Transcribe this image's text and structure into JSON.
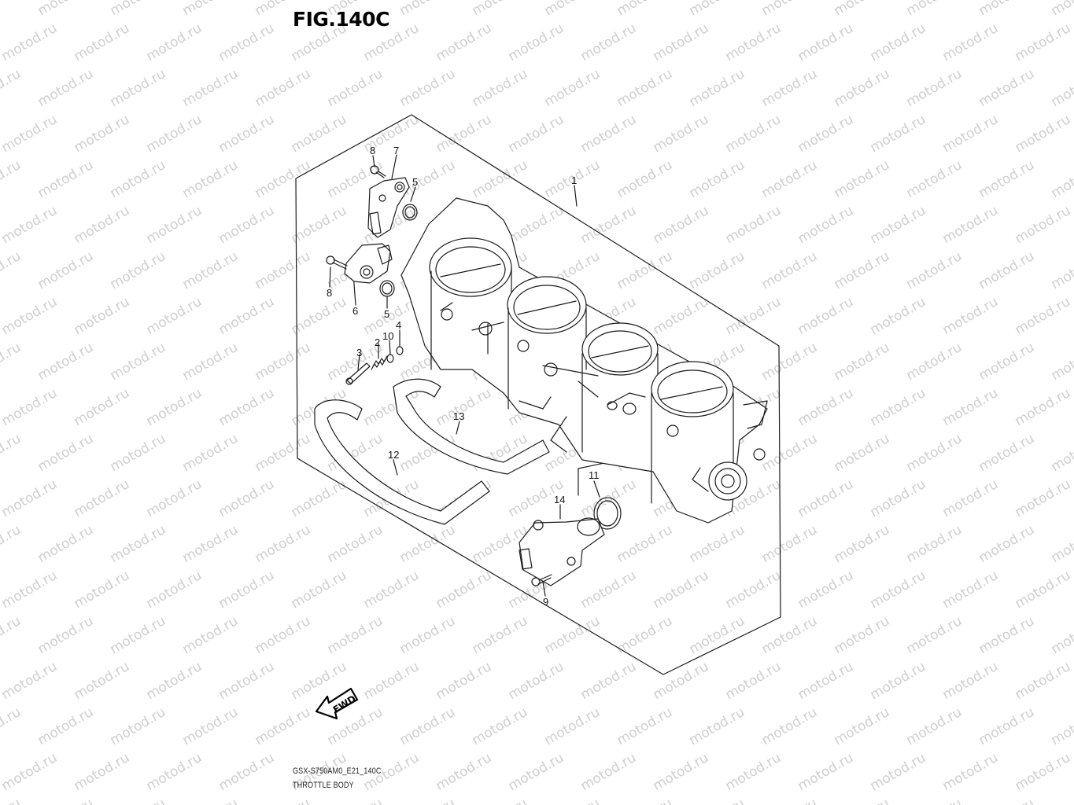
{
  "figure": {
    "title": "FIG.140C",
    "diagram_code": "GSX-S750AM0_E21_140C",
    "assembly_name": "THROTTLE BODY",
    "direction_label": "FWD",
    "watermark_text": "motod.ru"
  },
  "callouts": [
    {
      "id": "1",
      "label": "1"
    },
    {
      "id": "2",
      "label": "2"
    },
    {
      "id": "3",
      "label": "3"
    },
    {
      "id": "4",
      "label": "4"
    },
    {
      "id": "5a",
      "label": "5"
    },
    {
      "id": "5b",
      "label": "5"
    },
    {
      "id": "6",
      "label": "6"
    },
    {
      "id": "7",
      "label": "7"
    },
    {
      "id": "8a",
      "label": "8"
    },
    {
      "id": "8b",
      "label": "8"
    },
    {
      "id": "9",
      "label": "9"
    },
    {
      "id": "10",
      "label": "10"
    },
    {
      "id": "11",
      "label": "11"
    },
    {
      "id": "12",
      "label": "12"
    },
    {
      "id": "13",
      "label": "13"
    },
    {
      "id": "14",
      "label": "14"
    }
  ],
  "colors": {
    "line": "#1a1a1a",
    "watermark": "#cfcfcf",
    "background": "#ffffff"
  }
}
